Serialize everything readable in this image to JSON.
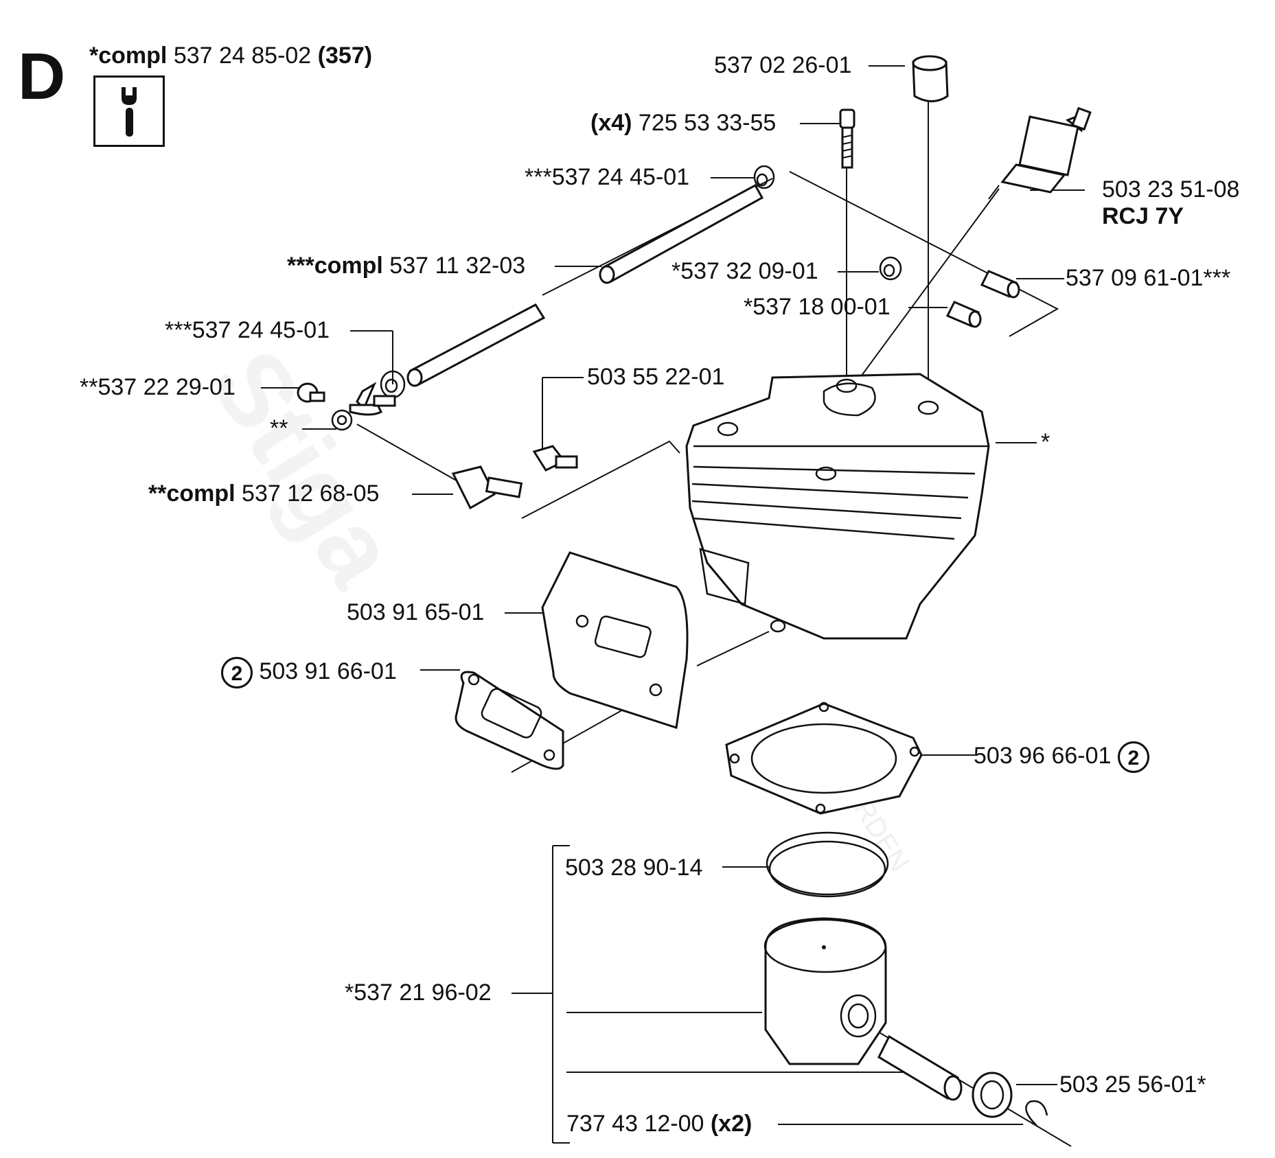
{
  "section": {
    "letter": "D"
  },
  "header": {
    "prefix": "*compl",
    "number": "537 24 85-02",
    "suffix": "(357)"
  },
  "watermark": {
    "brand": "Stiga",
    "sub": "GARDEN"
  },
  "icons": {
    "tool": "wrench-icon",
    "ref_circle": "circled-number-icon"
  },
  "parts": {
    "cap": "537 02 26-01",
    "bolt_qty": "(x4)",
    "bolt": "725 53 33-55",
    "clip_top": "***537 24 45-01",
    "spark_plug": "503 23 51-08",
    "spark_plug_type": "RCJ 7Y",
    "hose_prefix": "***compl",
    "hose": "537 11 32-03",
    "clip_small": "*537 32 09-01",
    "sleeve": "537 09 61-01***",
    "tube_small": "*537 18 00-01",
    "clip_mid": "***537 24 45-01",
    "screw": "**537 22 29-01",
    "plug": "503 55 22-01",
    "washer": "**",
    "cylinder": "*",
    "valve_prefix": "**compl",
    "valve": "537 12 68-05",
    "heat_shield": "503 91 65-01",
    "ref_num": "2",
    "muffler_gasket": "503 91 66-01",
    "cylinder_gasket": "503 96 66-01",
    "piston_ring": "503 28 90-14",
    "piston_kit": "*537 21 96-02",
    "bearing": "503 25 56-01*",
    "circlip": "737 43 12-00",
    "circlip_qty": "(x2)"
  }
}
